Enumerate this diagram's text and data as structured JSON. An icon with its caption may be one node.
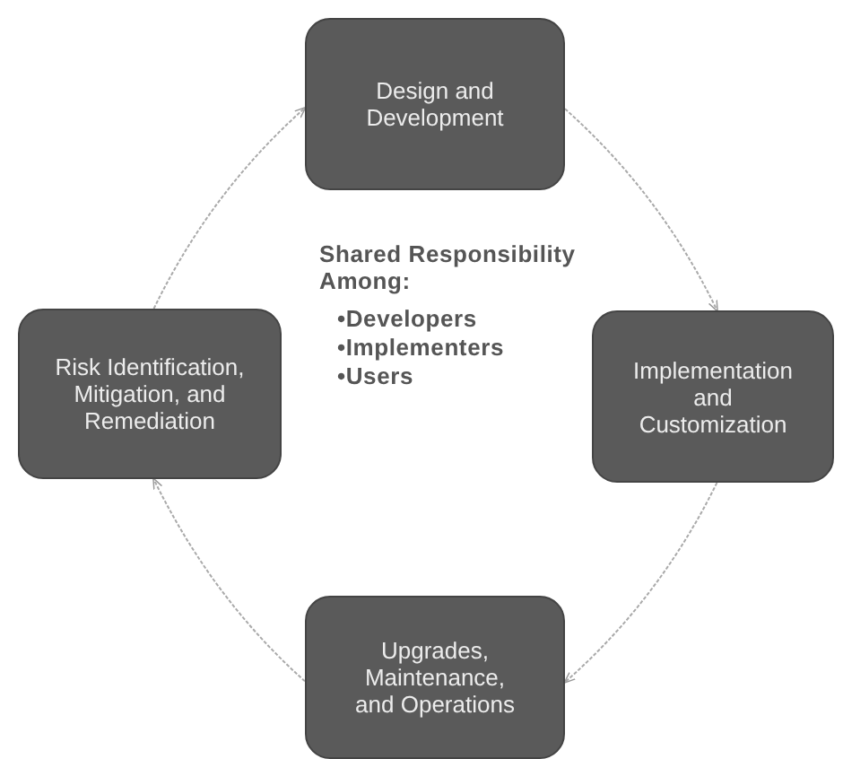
{
  "diagram": {
    "nodes": [
      {
        "text": [
          "Design and Development"
        ]
      },
      {
        "text": [
          "Implementation and Customization"
        ]
      },
      {
        "text": [
          "Upgrades, Maintenance, and Operations"
        ]
      },
      {
        "text": [
          "Risk Identification, Mitigation, and Remediation"
        ]
      }
    ],
    "edges": [
      {
        "from": 0,
        "to": 1,
        "arrow": "to"
      },
      {
        "from": 1,
        "to": 2,
        "arrow": "to"
      },
      {
        "from": 2,
        "to": 3,
        "arrow": "to"
      },
      {
        "from": 3,
        "to": 0,
        "arrow": "to"
      }
    ],
    "labels": [
      "Shared Responsibility Among:",
      "•Developers",
      "•Implementers",
      "•Users"
    ]
  }
}
